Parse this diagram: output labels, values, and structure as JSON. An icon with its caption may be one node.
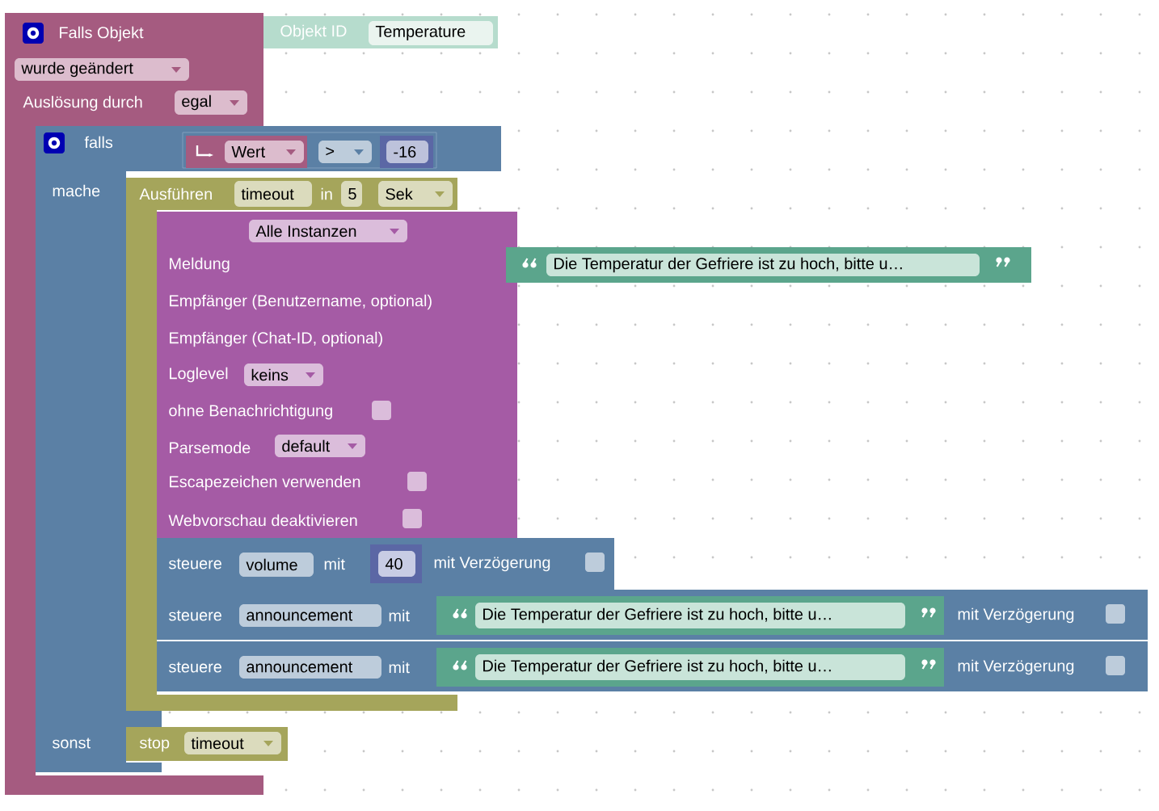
{
  "diagram": {
    "nodes": [
      {
        "text": [
          "Falls Objekt",
          "Auslösung durch"
        ]
      },
      {
        "text": [
          "wurde geändert"
        ],
        "in": 0
      },
      {
        "text": [
          "egal"
        ],
        "in": 0
      },
      {
        "text": [
          "Objekt ID"
        ]
      },
      {
        "text": [
          "Temperature"
        ],
        "in": 3
      },
      {
        "text": [
          "falls",
          "mache",
          "sonst"
        ]
      },
      {
        "text": [],
        "shape": "box",
        "in": 5
      },
      {
        "text": [
          "Wert"
        ],
        "in": 6
      },
      {
        "text": [
          ">"
        ],
        "in": 6
      },
      {
        "text": [
          "-16"
        ],
        "in": 6
      },
      {
        "text": [
          "Ausführen",
          "in"
        ],
        "in": 5
      },
      {
        "text": [
          "timeout"
        ],
        "in": 10
      },
      {
        "text": [
          "5"
        ],
        "in": 10
      },
      {
        "text": [
          "Sek"
        ],
        "in": 10
      },
      {
        "text": [
          "Meldung",
          "Empfänger (Benutzername, optional)",
          "Empfänger (Chat-ID, optional)",
          "Loglevel",
          "ohne Benachrichtigung",
          "Parsemode",
          "Escapezeichen verwenden",
          "Webvorschau deaktivieren"
        ],
        "in": 5
      },
      {
        "text": [
          "Alle Instanzen"
        ],
        "in": 14
      },
      {
        "text": [
          "Die Temperatur der Gefriere ist zu hoch, bitte u…"
        ]
      },
      {
        "text": [
          "keins"
        ],
        "in": 14
      },
      {
        "text": [
          "default"
        ],
        "in": 14
      },
      {
        "text": [
          "steuere",
          "mit",
          "mit Verzögerung"
        ]
      },
      {
        "text": [
          "volume"
        ]
      },
      {
        "text": [
          "40"
        ]
      },
      {
        "text": [
          "steuere",
          "mit",
          "mit Verzögerung"
        ]
      },
      {
        "text": [
          "announcement"
        ]
      },
      {
        "text": [
          "Die Temperatur der Gefriere ist zu hoch, bitte u…"
        ],
        "in": 22
      },
      {
        "text": [
          "steuere",
          "mit",
          "mit Verzögerung"
        ]
      },
      {
        "text": [
          "announcement"
        ]
      },
      {
        "text": [
          "Die Temperatur der Gefriere ist zu hoch, bitte u…"
        ],
        "in": 25
      },
      {
        "text": [
          "stop"
        ],
        "in": 5
      },
      {
        "text": [
          "timeout"
        ],
        "in": 28
      }
    ]
  }
}
